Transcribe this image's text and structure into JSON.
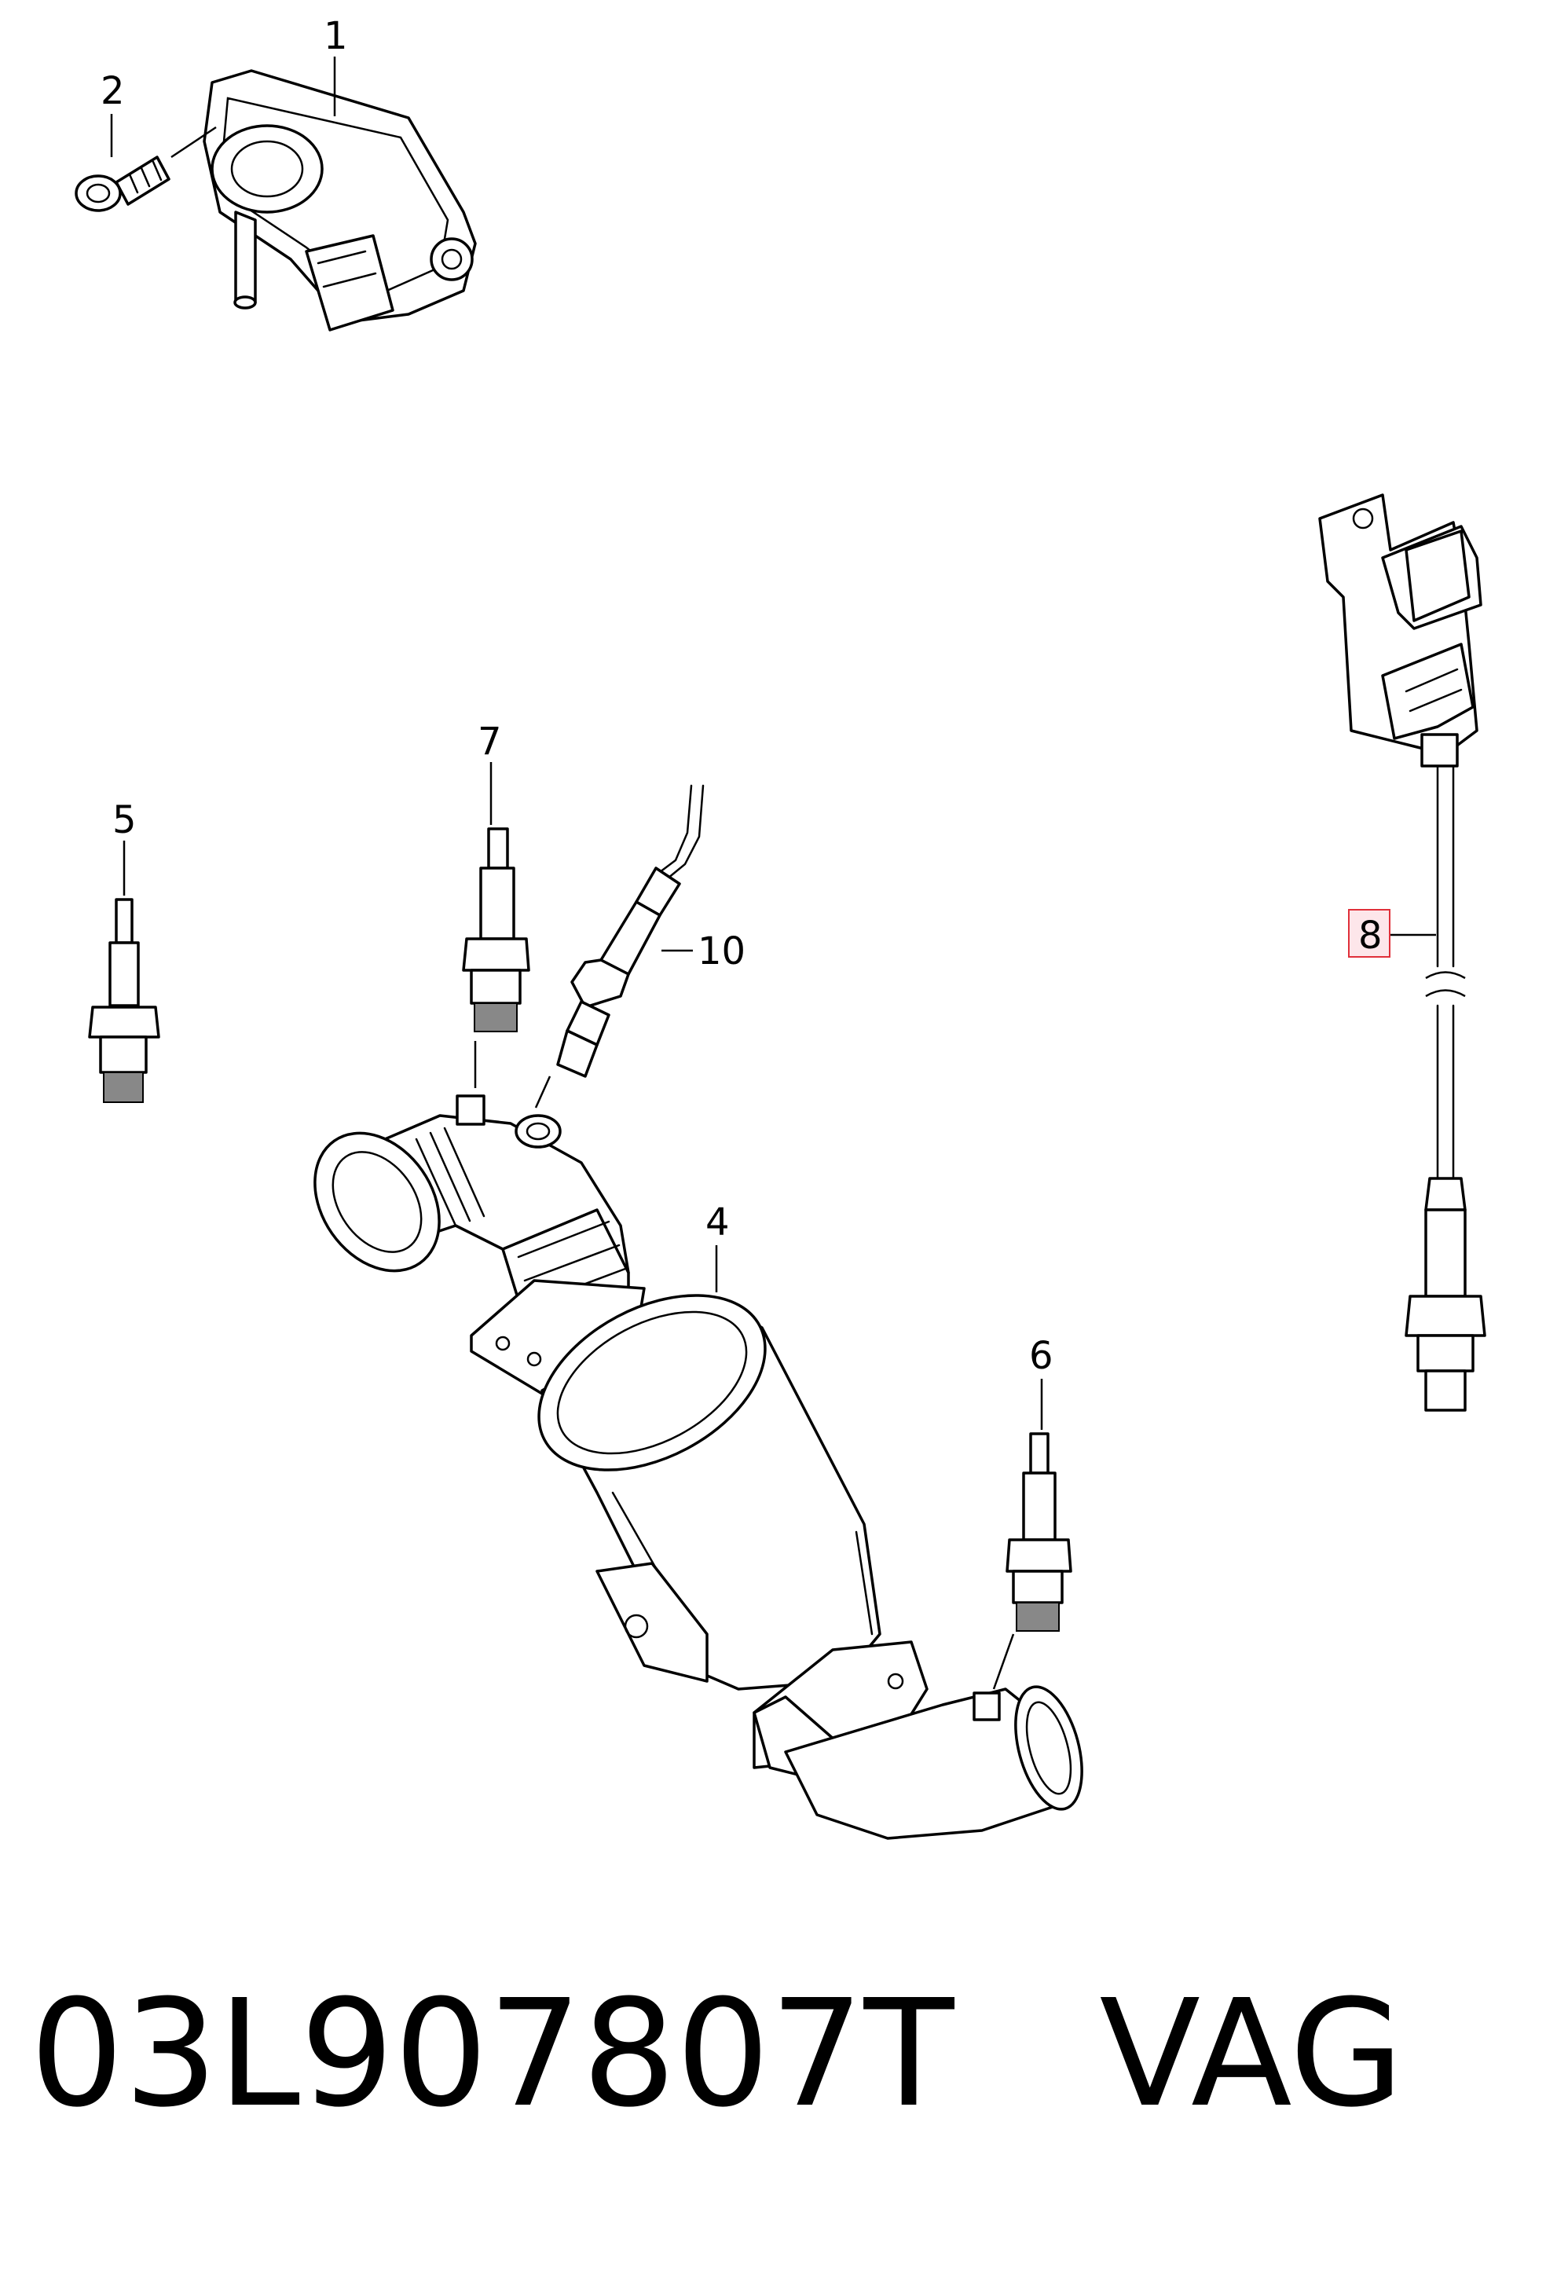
{
  "callouts": {
    "c1": "1",
    "c2": "2",
    "c4": "4",
    "c5": "5",
    "c6": "6",
    "c7": "7",
    "c8": "8",
    "c10": "10"
  },
  "highlight_color": "#e0303a",
  "highlight_fill": "#fde6ea",
  "footer": {
    "part_number": "03L907807T",
    "brand": "VAG"
  }
}
